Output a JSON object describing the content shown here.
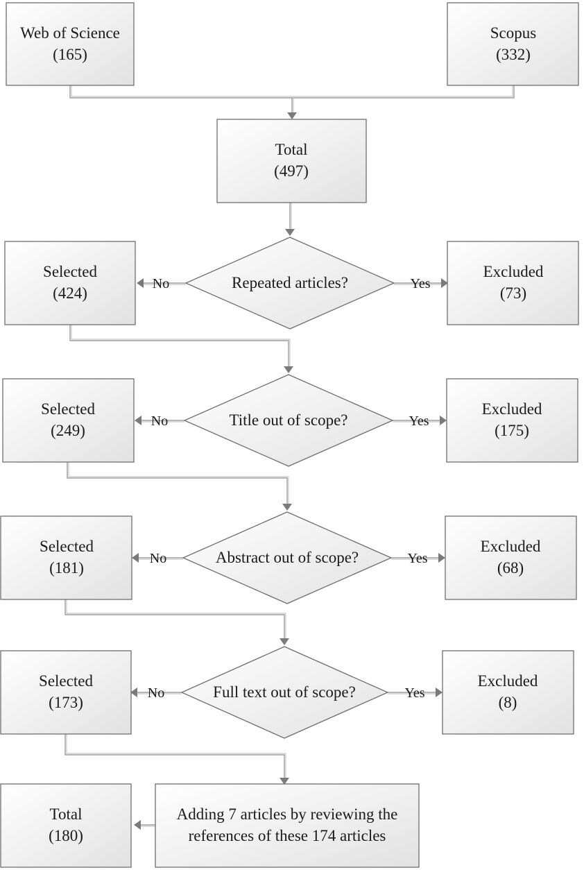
{
  "sources": [
    {
      "label": "Web of Science",
      "count": "(165)"
    },
    {
      "label": "Scopus",
      "count": "(332)"
    }
  ],
  "total_initial": {
    "label": "Total",
    "count": "(497)"
  },
  "steps": [
    {
      "question": "Repeated articles?",
      "selected_label": "Selected",
      "selected_count": "(424)",
      "excluded_label": "Excluded",
      "excluded_count": "(73)",
      "no_label": "No",
      "yes_label": "Yes"
    },
    {
      "question": "Title out of scope?",
      "selected_label": "Selected",
      "selected_count": "(249)",
      "excluded_label": "Excluded",
      "excluded_count": "(175)",
      "no_label": "No",
      "yes_label": "Yes"
    },
    {
      "question": "Abstract out of scope?",
      "selected_label": "Selected",
      "selected_count": "(181)",
      "excluded_label": "Excluded",
      "excluded_count": "(68)",
      "no_label": "No",
      "yes_label": "Yes"
    },
    {
      "question": "Full text out of scope?",
      "selected_label": "Selected",
      "selected_count": "(173)",
      "excluded_label": "Excluded",
      "excluded_count": "(8)",
      "no_label": "No",
      "yes_label": "Yes"
    }
  ],
  "adding": {
    "line1": "Adding 7 articles by reviewing the",
    "line2": "references of these 174 articles"
  },
  "total_final": {
    "label": "Total",
    "count": "(180)"
  }
}
